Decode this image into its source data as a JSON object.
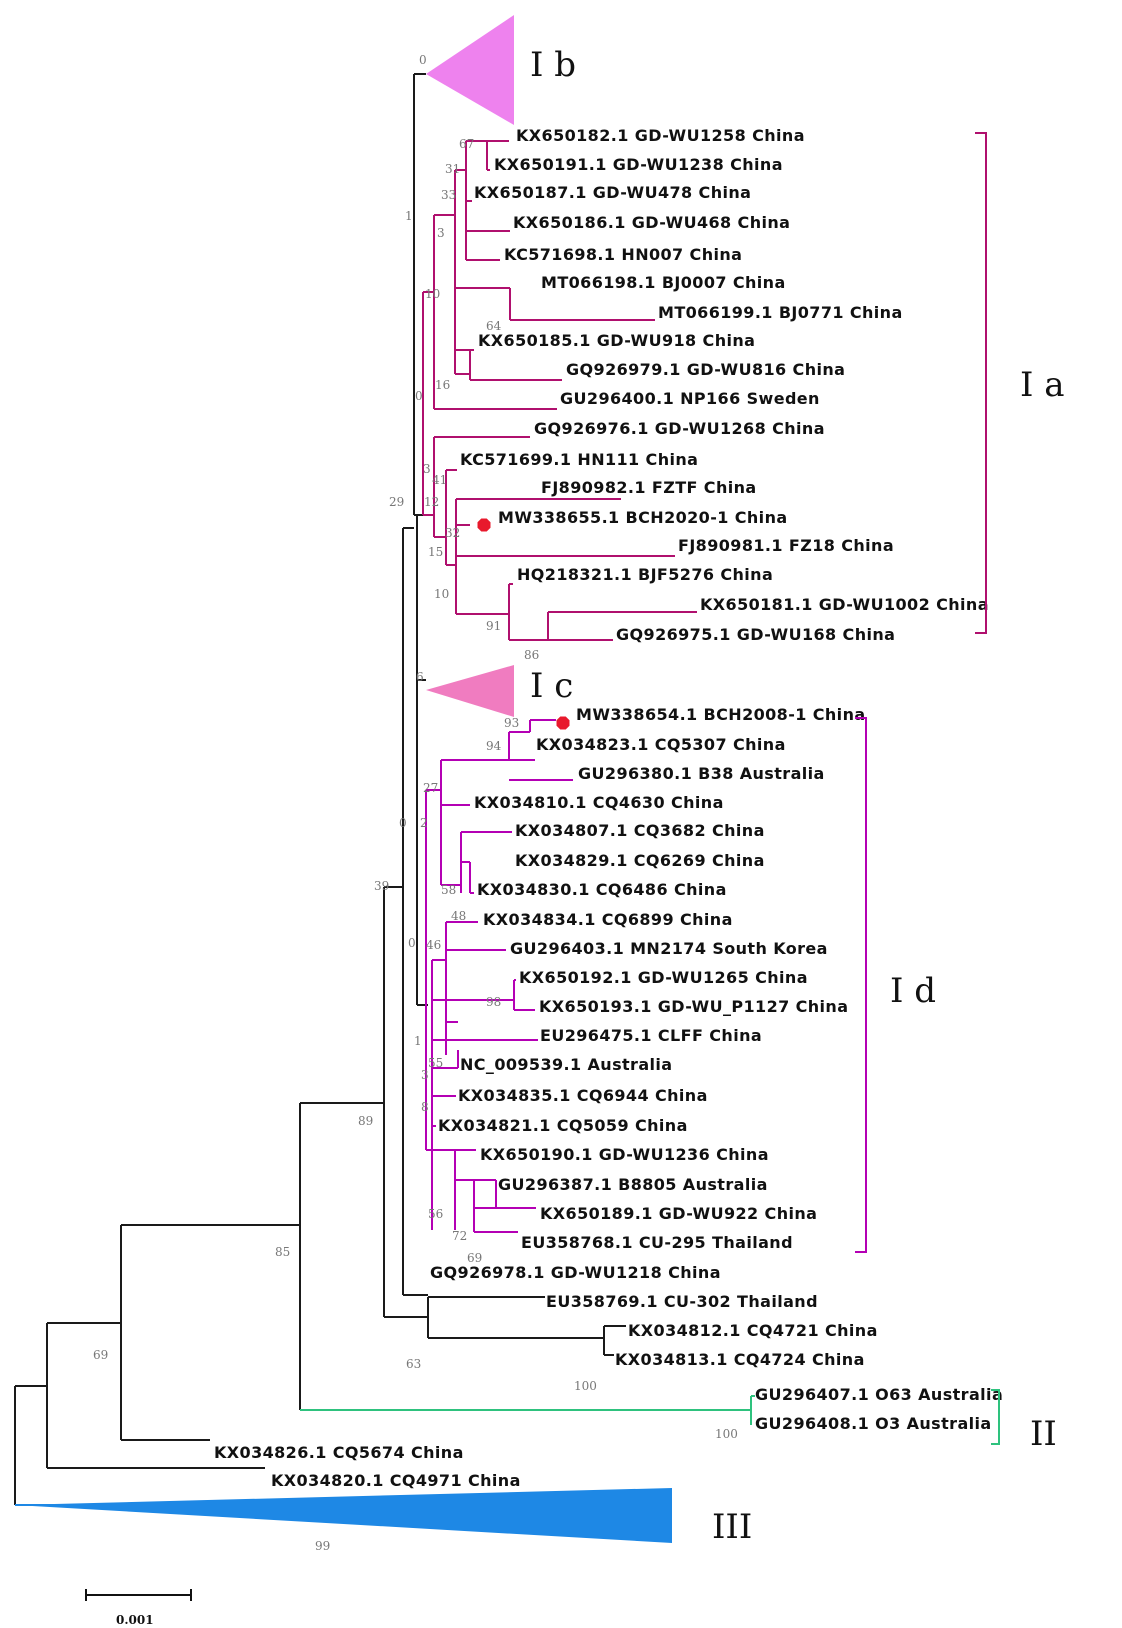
{
  "colors": {
    "branch_default": "#1a1a1a",
    "clade_Ia": "#b0106e",
    "clade_Id": "#b400b4",
    "clade_II": "#2ec27e",
    "clade_III": "#1e88e5",
    "clade_Ib_fill": "#ee82ee",
    "clade_Ic_fill": "#f07cc0",
    "marker": "#e8192c"
  },
  "clade_labels": {
    "Ia": "I a",
    "Ib": "I b",
    "Ic": "I c",
    "Id": "I d",
    "II": "II",
    "III": "III"
  },
  "scale_bar": {
    "label": "0.001"
  },
  "taxa": [
    "KX650182.1 GD-WU1258 China",
    "KX650191.1 GD-WU1238 China",
    "KX650187.1 GD-WU478 China",
    "KX650186.1 GD-WU468 China",
    "KC571698.1 HN007 China",
    "MT066198.1 BJ0007 China",
    "MT066199.1 BJ0771 China",
    "KX650185.1 GD-WU918 China",
    "GQ926979.1 GD-WU816 China",
    "GU296400.1 NP166 Sweden",
    "GQ926976.1 GD-WU1268 China",
    "KC571699.1 HN111 China",
    "FJ890982.1 FZTF China",
    "MW338655.1 BCH2020-1 China",
    "FJ890981.1 FZ18 China",
    "HQ218321.1 BJF5276 China",
    "KX650181.1 GD-WU1002 China",
    "GQ926975.1 GD-WU168 China",
    "MW338654.1 BCH2008-1 China",
    "KX034823.1 CQ5307 China",
    "GU296380.1 B38 Australia",
    "KX034810.1 CQ4630 China",
    "KX034807.1 CQ3682 China",
    "KX034829.1 CQ6269 China",
    "KX034830.1 CQ6486 China",
    "KX034834.1 CQ6899 China",
    "GU296403.1 MN2174 South Korea",
    "KX650192.1 GD-WU1265 China",
    "KX650193.1 GD-WU_P1127 China",
    "EU296475.1 CLFF China",
    "NC_009539.1 Australia",
    "KX034835.1 CQ6944 China",
    "KX034821.1 CQ5059 China",
    "KX650190.1 GD-WU1236 China",
    "GU296387.1 B8805 Australia",
    "KX650189.1 GD-WU922 China",
    "EU358768.1 CU-295 Thailand",
    "GQ926978.1 GD-WU1218 China",
    "EU358769.1 CU-302 Thailand",
    "KX034812.1 CQ4721 China",
    "KX034813.1 CQ4724 China",
    "GU296407.1 O63 Australia",
    "GU296408.1 O3 Australia",
    "KX034826.1 CQ5674 China",
    "KX034820.1 CQ4971 China"
  ],
  "support_values": [
    "0",
    "67",
    "31",
    "33",
    "1",
    "3",
    "10",
    "64",
    "0",
    "16",
    "3",
    "41",
    "12",
    "32",
    "15",
    "10",
    "91",
    "86",
    "29",
    "6",
    "93",
    "94",
    "27",
    "0",
    "2",
    "58",
    "48",
    "0",
    "46",
    "98",
    "1",
    "55",
    "3",
    "8",
    "56",
    "72",
    "69",
    "39",
    "89",
    "63",
    "100",
    "85",
    "100",
    "69",
    "99"
  ]
}
